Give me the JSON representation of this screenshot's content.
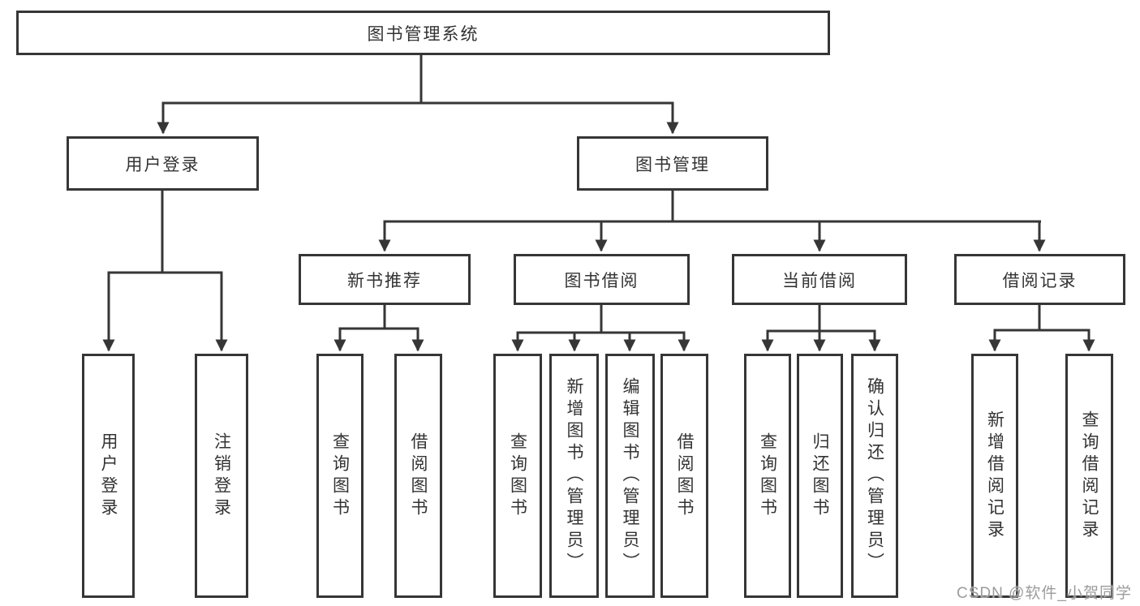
{
  "diagram": {
    "type": "hierarchy-tree",
    "title": "图书管理系统",
    "colors": {
      "line": "#363636",
      "box_border": "#363636",
      "text": "#333333",
      "background": "#ffffff",
      "watermark": "#9c9c9c"
    },
    "nodes": {
      "root": {
        "label": "图书管理系统"
      },
      "user_login": {
        "label": "用户登录"
      },
      "book_mgmt": {
        "label": "图书管理"
      },
      "new_book_rec": {
        "label": "新书推荐"
      },
      "book_borrow": {
        "label": "图书借阅"
      },
      "current_borrow": {
        "label": "当前借阅"
      },
      "borrow_record": {
        "label": "借阅记录"
      },
      "user_login_leaf": {
        "label": "用户登录"
      },
      "logout_leaf": {
        "label": "注销登录"
      },
      "query_books_rec": {
        "label": "查询图书"
      },
      "borrow_books_rec": {
        "label": "借阅图书"
      },
      "query_books_borrow": {
        "label": "查询图书"
      },
      "add_books_admin": {
        "label": "新增图书（管理员）"
      },
      "edit_books_admin": {
        "label": "编辑图书（管理员）"
      },
      "borrow_books_borrow": {
        "label": "借阅图书"
      },
      "query_books_current": {
        "label": "查询图书"
      },
      "return_books": {
        "label": "归还图书"
      },
      "confirm_return_admin": {
        "label": "确认归还（管理员）"
      },
      "add_borrow_record": {
        "label": "新增借阅记录"
      },
      "query_borrow_record": {
        "label": "查询借阅记录"
      }
    },
    "hierarchy": {
      "图书管理系统": {
        "用户登录": [
          "用户登录",
          "注销登录"
        ],
        "图书管理": {
          "新书推荐": [
            "查询图书",
            "借阅图书"
          ],
          "图书借阅": [
            "查询图书",
            "新增图书（管理员）",
            "编辑图书（管理员）",
            "借阅图书"
          ],
          "当前借阅": [
            "查询图书",
            "归还图书",
            "确认归还（管理员）"
          ],
          "借阅记录": [
            "新增借阅记录",
            "查询借阅记录"
          ]
        }
      }
    },
    "watermark": "CSDN @软件_小贺同学"
  }
}
